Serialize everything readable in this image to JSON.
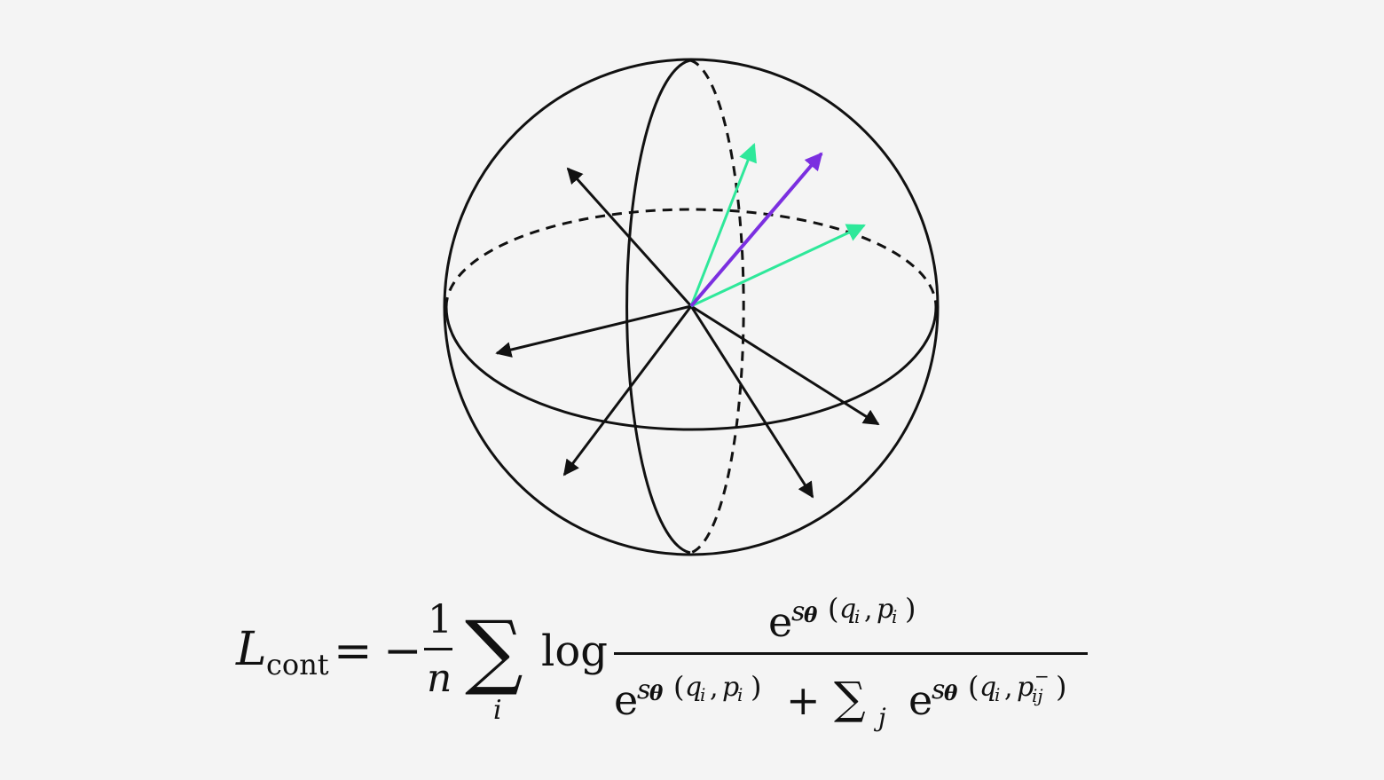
{
  "colors": {
    "background": "#f4f4f4",
    "outline": "#111111",
    "negative_vector": "#111111",
    "positive_vector": "#2ee89a",
    "query_vector": "#7b2fe0"
  },
  "formula": {
    "lhs_symbol": "L",
    "lhs_subscript": "cont",
    "equals": "=",
    "minus": "−",
    "frac_num": "1",
    "frac_den": "n",
    "sum_symbol": "∑",
    "sum_index": "i",
    "log": "log",
    "exp_base": "e",
    "sim_s": "s",
    "sim_theta": "θ",
    "lparen": "(",
    "comma": ",",
    "rparen": ")",
    "q": "q",
    "p": "p",
    "sub_i": "i",
    "plus": "+",
    "inner_sum_symbol": "∑",
    "inner_sum_index": "j",
    "neg_sup": "−",
    "neg_sub": "ij"
  }
}
